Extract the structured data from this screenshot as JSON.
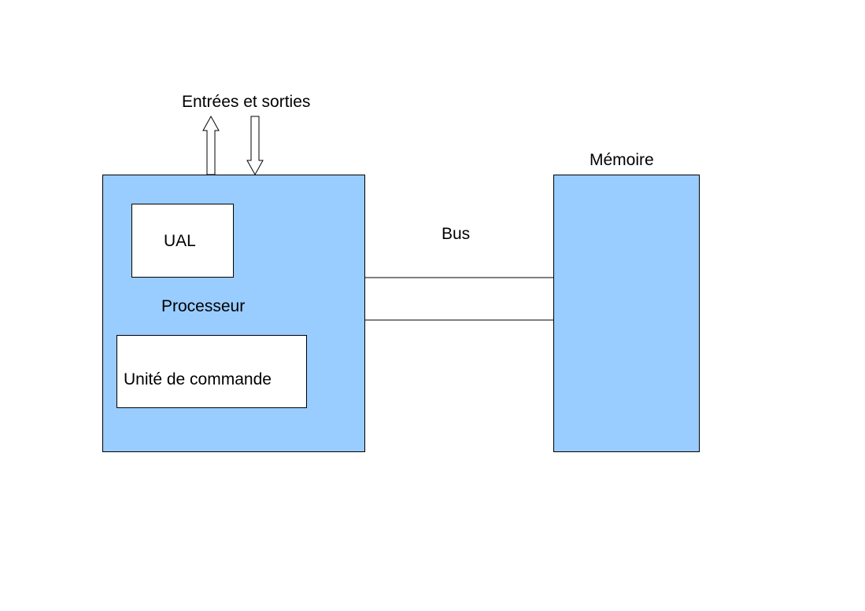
{
  "diagram": {
    "io_label": "Entrées et sorties",
    "processor": {
      "label": "Processeur",
      "alu_label": "UAL",
      "control_unit_label": "Unité de commande"
    },
    "bus_label": "Bus",
    "memory_label": "Mémoire"
  },
  "colors": {
    "component_fill": "#99ccff",
    "inner_box_fill": "#ffffff",
    "stroke": "#000000"
  }
}
